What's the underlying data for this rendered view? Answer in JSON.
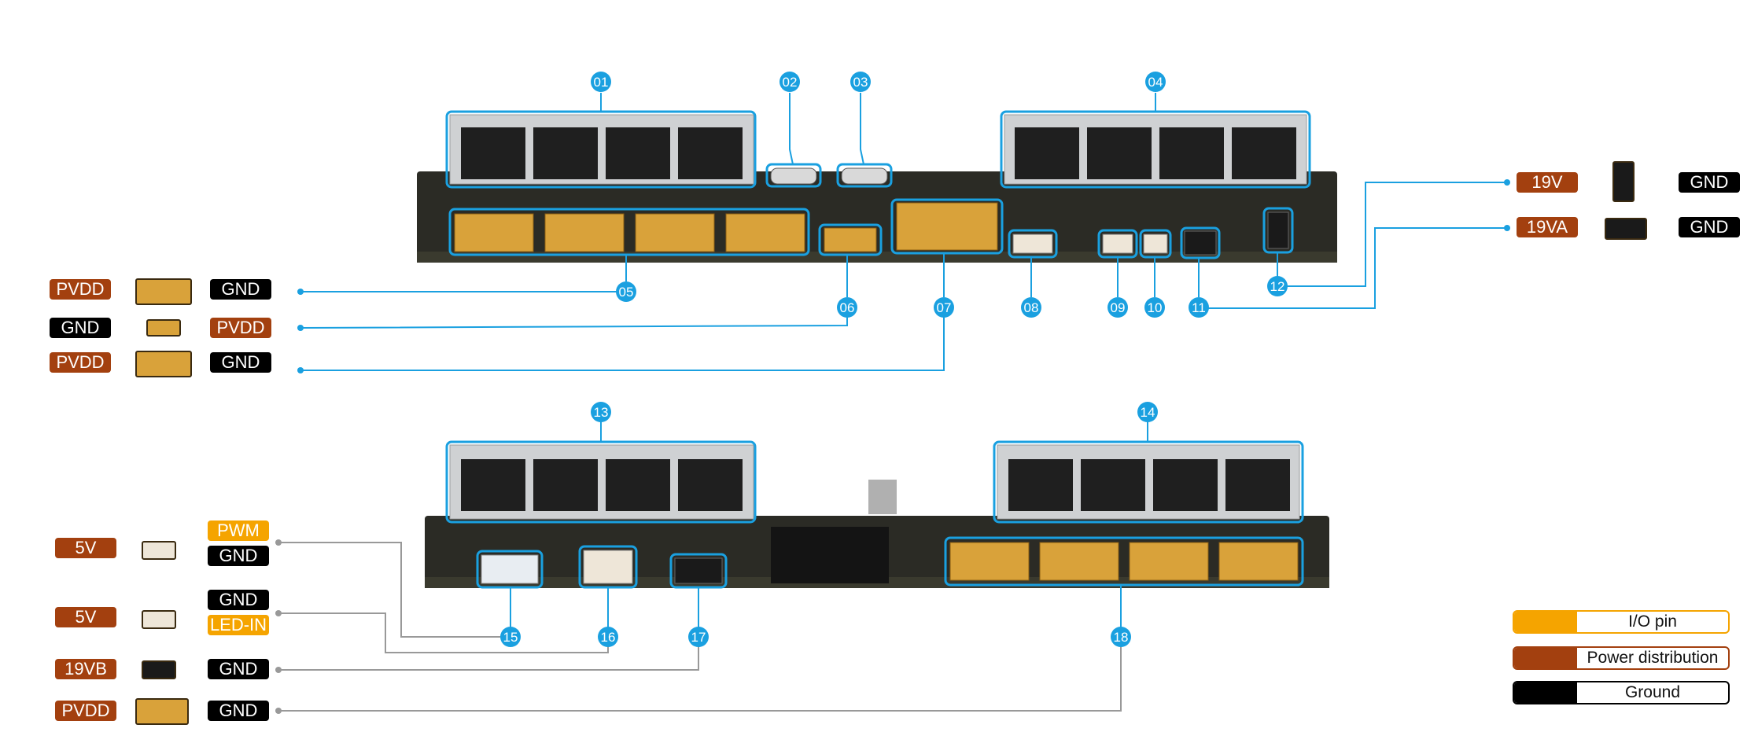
{
  "colors": {
    "callout": "#1aa0e0",
    "leader_gray": "#999999",
    "power": "#a3400f",
    "ground": "#000000",
    "io": "#f5a400",
    "board": "#2b2b25"
  },
  "callouts_top": [
    "01",
    "02",
    "03",
    "04",
    "05",
    "06",
    "07",
    "08",
    "09",
    "10",
    "11",
    "12"
  ],
  "callouts_bottom": [
    "13",
    "14",
    "15",
    "16",
    "17",
    "18"
  ],
  "pinouts": {
    "r12_left": "19V",
    "r12_right": "GND",
    "r11_left": "19VA",
    "r11_right": "GND",
    "r05_left": "PVDD",
    "r05_right": "GND",
    "r06_left": "GND",
    "r06_right": "PVDD",
    "r07_left": "PVDD",
    "r07_right": "GND",
    "r15_left": "5V",
    "r15_top": "PWM",
    "r15_bottom": "GND",
    "r16_left": "5V",
    "r16_top": "GND",
    "r16_bottom": "LED-IN",
    "r17_left": "19VB",
    "r17_right": "GND",
    "r18_left": "PVDD",
    "r18_right": "GND"
  },
  "legend": {
    "io": "I/O pin",
    "power": "Power distribution",
    "ground": "Ground"
  }
}
